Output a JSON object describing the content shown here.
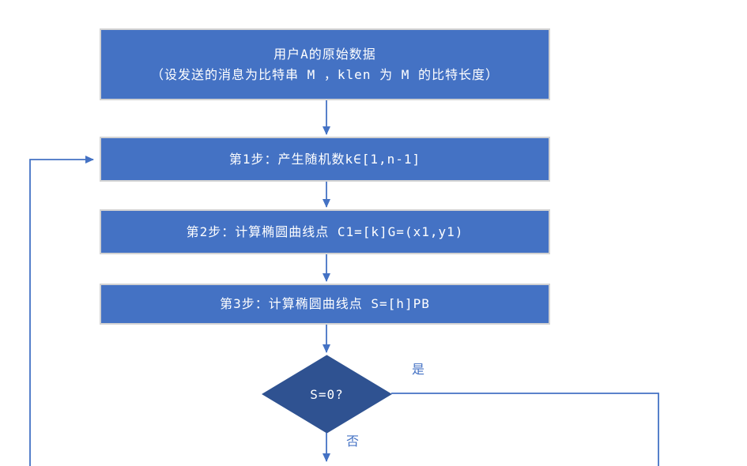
{
  "flowchart": {
    "title_box": {
      "line1": "用户A的原始数据",
      "line2": "（设发送的消息为比特串 M ，klen 为 M 的比特长度）"
    },
    "steps": [
      {
        "label": "第1步：产生随机数k∈[1,n-1]"
      },
      {
        "label": "第2步：计算椭圆曲线点 C1=[k]G=(x1,y1)"
      },
      {
        "label": "第3步：计算椭圆曲线点 S=[h]PB"
      }
    ],
    "decision": {
      "label": "S=0?",
      "yes_label": "是",
      "no_label": "否"
    }
  },
  "colors": {
    "process_fill": "#4472C4",
    "process_border": "#D2D2D2",
    "diamond_fill": "#2F5291",
    "connector": "#4472C4",
    "shape_text": "#FFFFFF",
    "branch_label_text": "#4472C4",
    "background": "#FFFFFF"
  }
}
